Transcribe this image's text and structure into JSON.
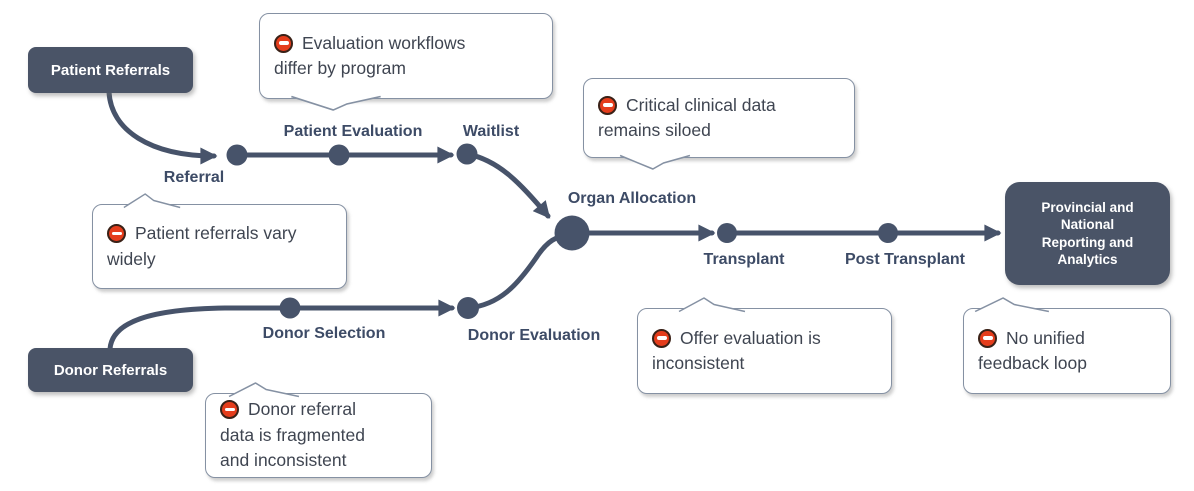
{
  "colors": {
    "background": "#ffffff",
    "dark_box": "#4a5467",
    "line": "#47536a",
    "stage_label": "#3d4b66",
    "callout_border": "#8591a3",
    "callout_text": "#3f4551",
    "icon_red": "#e53d1c",
    "icon_ring": "#3a2117",
    "box_text": "#ffffff"
  },
  "sources": {
    "patient": "Patient Referrals",
    "donor": "Donor Referrals"
  },
  "sink": {
    "label": "Provincial and National Reporting and Analytics"
  },
  "stages": [
    {
      "id": "referral",
      "label": "Referral"
    },
    {
      "id": "patient-evaluation",
      "label": "Patient Evaluation"
    },
    {
      "id": "waitlist",
      "label": "Waitlist"
    },
    {
      "id": "organ-allocation",
      "label": "Organ Allocation"
    },
    {
      "id": "transplant",
      "label": "Transplant"
    },
    {
      "id": "post-transplant",
      "label": "Post Transplant"
    },
    {
      "id": "donor-selection",
      "label": "Donor Selection"
    },
    {
      "id": "donor-evaluation",
      "label": "Donor Evaluation"
    }
  ],
  "callouts": [
    {
      "id": "evaluation-workflows",
      "icon": "no-entry",
      "lines": [
        "Evaluation workflows",
        "differ by program"
      ]
    },
    {
      "id": "critical-clinical-data",
      "icon": "no-entry",
      "lines": [
        "Critical clinical data",
        "remains siloed"
      ]
    },
    {
      "id": "patient-referrals-vary",
      "icon": "no-entry",
      "lines": [
        "Patient referrals vary",
        "widely"
      ]
    },
    {
      "id": "donor-referral-data",
      "icon": "no-entry",
      "lines": [
        "Donor referral",
        "data is fragmented",
        "and inconsistent"
      ]
    },
    {
      "id": "offer-evaluation",
      "icon": "no-entry",
      "lines": [
        "Offer evaluation is",
        "inconsistent"
      ]
    },
    {
      "id": "no-unified-feedback",
      "icon": "no-entry",
      "lines": [
        "No unified",
        "feedback loop"
      ]
    }
  ]
}
